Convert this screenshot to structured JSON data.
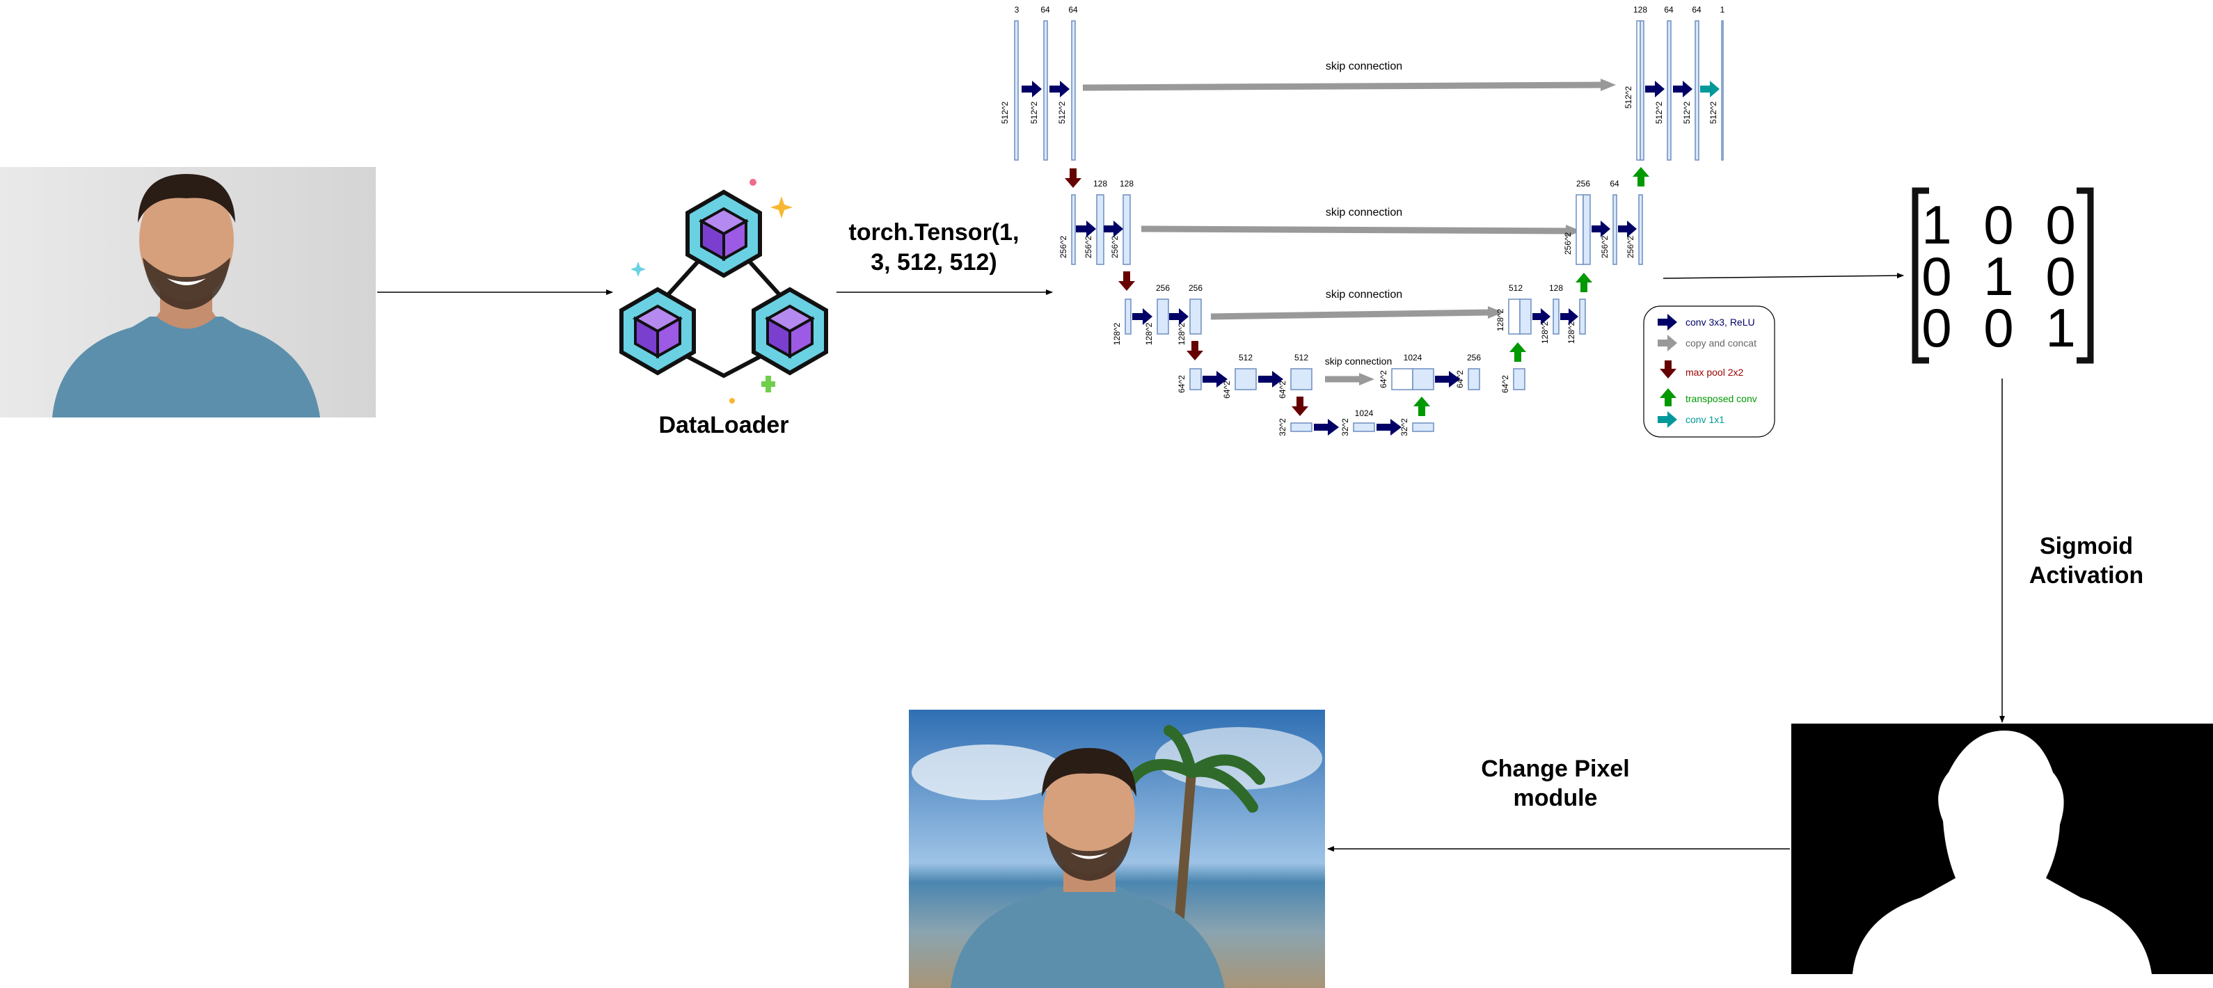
{
  "dataloader": {
    "label": "DataLoader"
  },
  "tensor_label": {
    "line1": "torch.Tensor(1,",
    "line2": "3, 512, 512)"
  },
  "unet": {
    "skip_labels": [
      "skip connection",
      "skip connection",
      "skip connection",
      "skip connection"
    ],
    "enc1": {
      "ch": [
        "3",
        "64",
        "64"
      ],
      "size": "512^2"
    },
    "enc2": {
      "ch": [
        "128",
        "128"
      ],
      "size": "256^2"
    },
    "enc3": {
      "ch": [
        "256",
        "256"
      ],
      "size": "128^2"
    },
    "enc4": {
      "ch": [
        "512",
        "512"
      ],
      "size": "64^2"
    },
    "bottom": {
      "ch": [
        "1024"
      ],
      "size": "32^2"
    },
    "dec4": {
      "ch": [
        "1024",
        "256"
      ],
      "size": "64^2"
    },
    "dec3": {
      "ch": [
        "512",
        "128"
      ],
      "size": "128^2"
    },
    "dec2": {
      "ch": [
        "256",
        "64"
      ],
      "size": "256^2"
    },
    "dec1": {
      "ch": [
        "128",
        "64",
        "64",
        "1"
      ],
      "size": "512^2"
    },
    "legend": [
      {
        "label": "conv 3x3, ReLU",
        "color": "#000066",
        "icon": "right-arrow-icon"
      },
      {
        "label": "copy and concat",
        "color": "#999999",
        "icon": "right-arrow-icon"
      },
      {
        "label": "max pool 2x2",
        "color": "#990000",
        "icon": "down-arrow-icon"
      },
      {
        "label": "transposed conv",
        "color": "#009900",
        "icon": "up-arrow-icon"
      },
      {
        "label": "conv 1x1",
        "color": "#009999",
        "icon": "right-arrow-icon"
      }
    ]
  },
  "matrix": {
    "rows": [
      "1 0 0",
      "0 1 0",
      "0 0 1"
    ]
  },
  "sigmoid_label": {
    "line1": "Sigmoid",
    "line2": "Activation"
  },
  "change_label": {
    "line1": "Change Pixel",
    "line2": "module"
  },
  "colors": {
    "enc_block": "#dae8fc",
    "enc_stroke": "#6c8ebf",
    "conv_arrow": "#000066",
    "skip_arrow": "#999999",
    "pool_arrow": "#660000",
    "up_arrow": "#009900",
    "conv1x1_arrow": "#009999",
    "hex_fill": "#6ad1e3",
    "cube_fill": "#9c5ae5"
  }
}
